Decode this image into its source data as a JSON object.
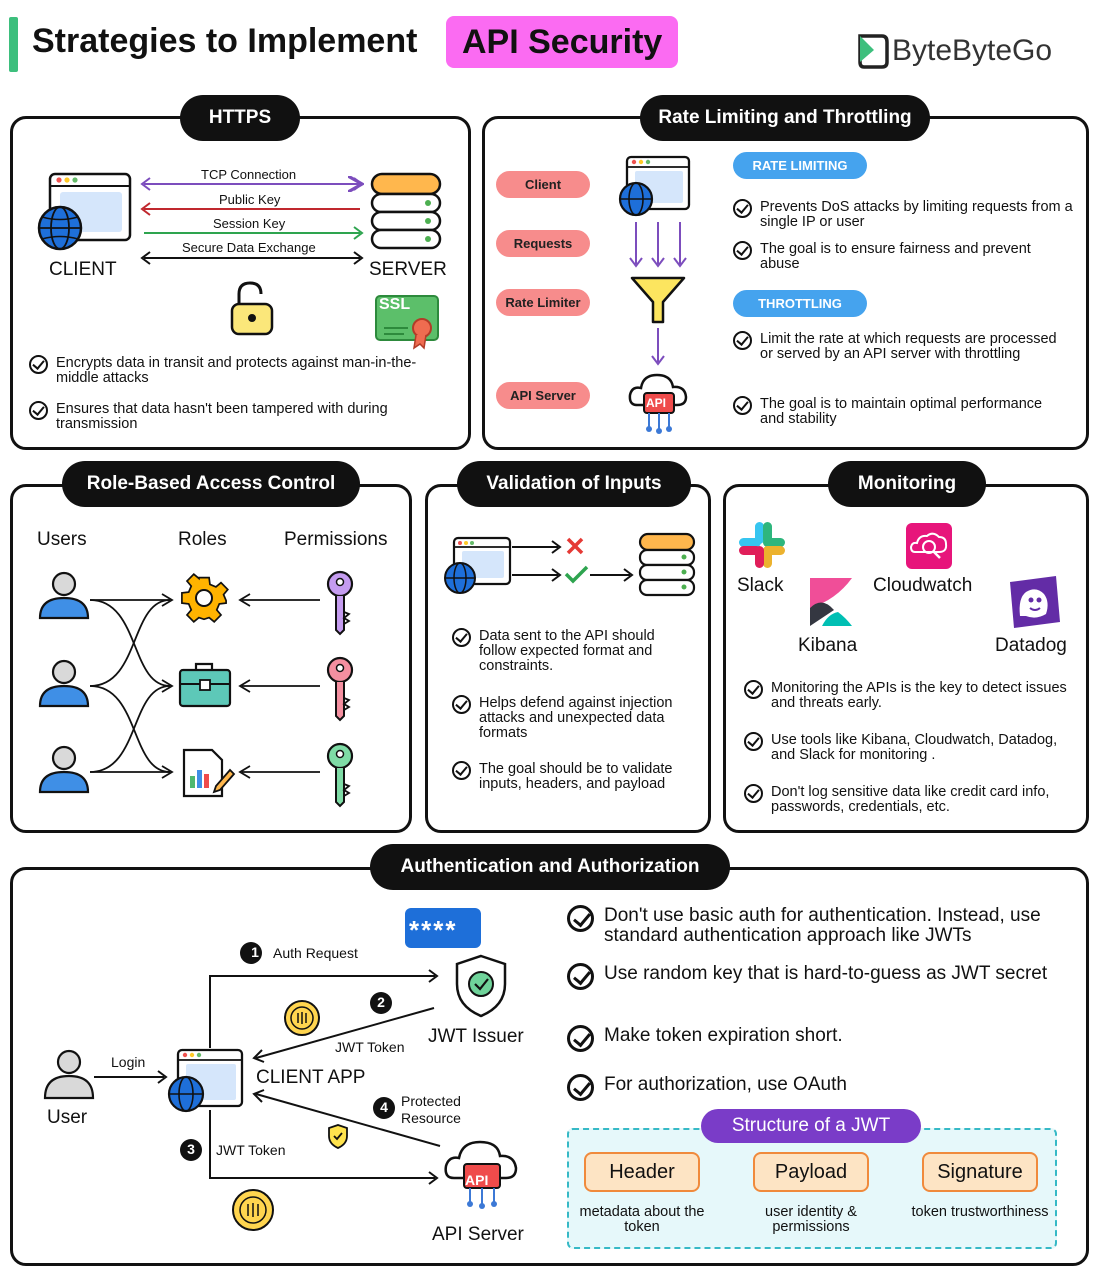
{
  "header": {
    "title_prefix": "Strategies to Implement",
    "title_highlight": "API Security",
    "brand": "ByteByteGo",
    "accent_bar_color": "#3dbf7d",
    "highlight_color": "#fb6bf2"
  },
  "https": {
    "title": "HTTPS",
    "client": "CLIENT",
    "server": "SERVER",
    "arrows": [
      "TCP Connection",
      "Public Key",
      "Session Key",
      "Secure Data Exchange"
    ],
    "ssl_text": "SSL",
    "points": [
      "Encrypts data in transit and protects against man-in-the-middle attacks",
      "Ensures that data hasn't been tampered with during transmission"
    ]
  },
  "rate": {
    "title": "Rate Limiting and Throttling",
    "flow": [
      "Client",
      "Requests",
      "Rate Limiter",
      "API Server"
    ],
    "rate_limiting_label": "RATE LIMITING",
    "rate_limiting_points": [
      "Prevents DoS attacks by limiting requests from a single IP or user",
      "The goal is to ensure fairness and prevent abuse"
    ],
    "throttling_label": "THROTTLING",
    "throttling_points": [
      "Limit the rate at which requests are processed or served by an API server with throttling",
      "The goal is to maintain optimal performance and stability"
    ],
    "api_text": "API"
  },
  "rbac": {
    "title": "Role-Based Access Control",
    "columns": [
      "Users",
      "Roles",
      "Permissions"
    ]
  },
  "validation": {
    "title": "Validation of Inputs",
    "points": [
      "Data sent to the API should follow expected format and constraints.",
      "Helps defend against injection attacks and unexpected data formats",
      "The goal should be to validate inputs, headers, and payload"
    ]
  },
  "monitoring": {
    "title": "Monitoring",
    "tools": [
      "Slack",
      "Cloudwatch",
      "Kibana",
      "Datadog"
    ],
    "points": [
      "Monitoring the APIs is the key to detect issues and threats early.",
      "Use tools like Kibana, Cloudwatch, Datadog, and Slack for monitoring .",
      "Don't log sensitive data like credit card info, passwords, credentials, etc."
    ]
  },
  "auth": {
    "title": "Authentication and Authorization",
    "user": "User",
    "login": "Login",
    "client_app": "CLIENT APP",
    "jwt_issuer": "JWT Issuer",
    "api_server": "API Server",
    "api_text": "API",
    "password_mask": "****",
    "steps": [
      {
        "n": "1",
        "label": "Auth Request"
      },
      {
        "n": "2",
        "label": "JWT Token"
      },
      {
        "n": "3",
        "label": "JWT Token"
      },
      {
        "n": "4",
        "label": "Protected Resource"
      }
    ],
    "points": [
      "Don't use basic auth for authentication. Instead, use standard authentication approach like JWTs",
      "Use random key that is hard-to-guess as JWT secret",
      "Make token expiration short.",
      "For authorization, use OAuth"
    ],
    "jwt_structure": {
      "title": "Structure of a JWT",
      "parts": [
        {
          "name": "Header",
          "desc": "metadata about the token"
        },
        {
          "name": "Payload",
          "desc": "user identity & permissions"
        },
        {
          "name": "Signature",
          "desc": "token trustworthiness"
        }
      ]
    }
  }
}
